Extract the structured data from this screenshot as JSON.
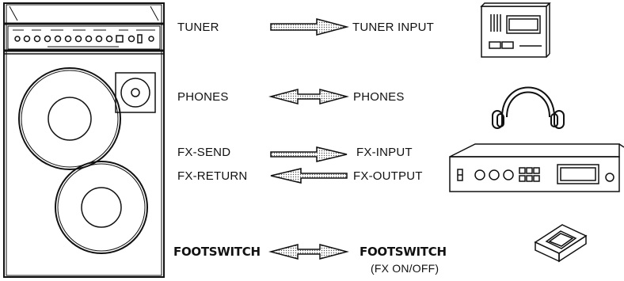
{
  "rows": {
    "tuner": {
      "left": "TUNER",
      "right": "TUNER INPUT",
      "icon": "tuner-icon"
    },
    "phones": {
      "left": "PHONES",
      "right": "PHONES",
      "icon": "headphones-icon"
    },
    "fx": {
      "send_left": "FX-SEND",
      "send_right": "FX-INPUT",
      "return_left": "FX-RETURN",
      "return_right": "FX-OUTPUT",
      "icon": "effects-unit-icon"
    },
    "footswitch": {
      "left": "FOOTSWITCH",
      "right": "FOOTSWITCH",
      "sub": "(FX ON/OFF)",
      "icon": "footswitch-pedal-icon"
    }
  }
}
